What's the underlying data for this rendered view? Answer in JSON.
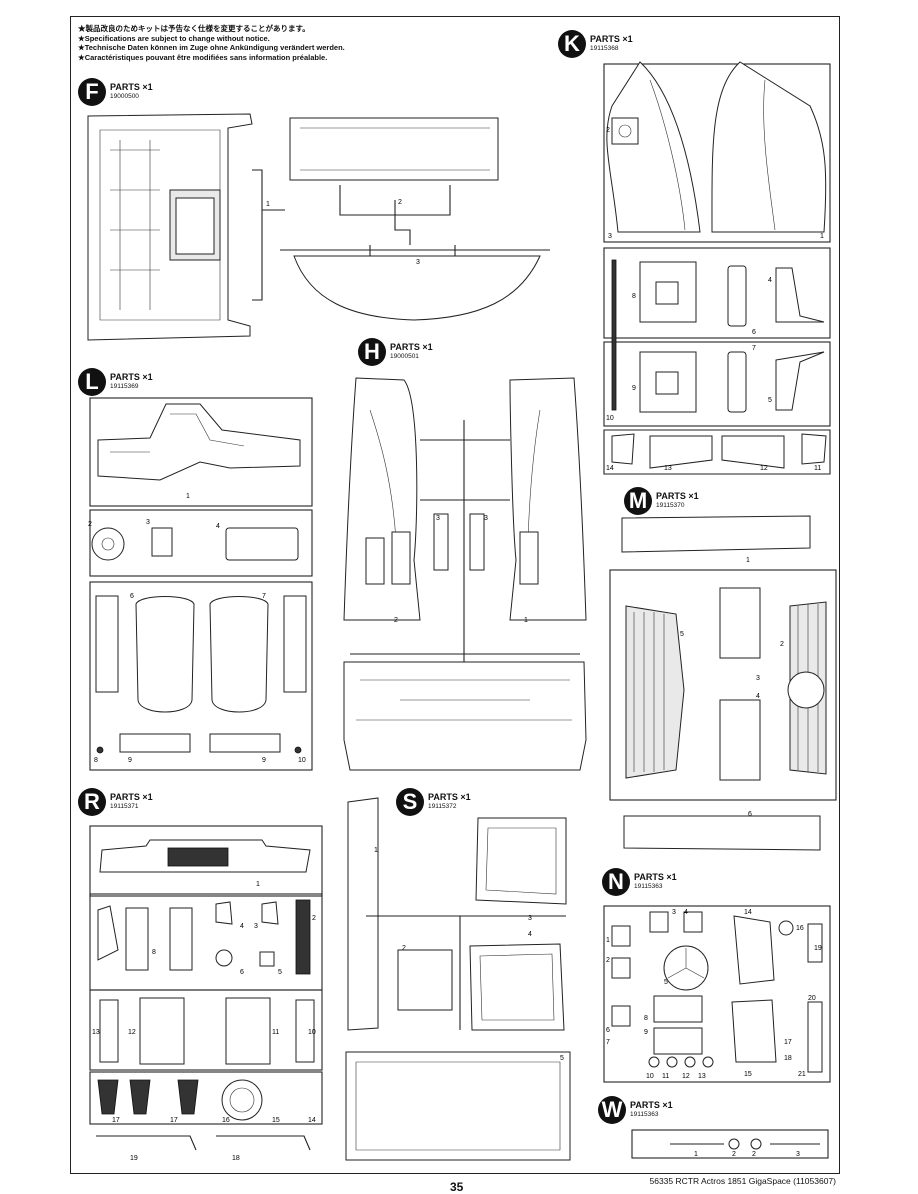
{
  "notes": [
    "★製品改良のためキットは予告なく仕様を変更することがあります。",
    "★Specifications are subject to change without notice.",
    "★Technische Daten können im Zuge ohne Ankündigung verändert werden.",
    "★Caractéristiques pouvant être modifiées sans information préalable."
  ],
  "parts": {
    "F": {
      "letter": "F",
      "title": "PARTS ×1",
      "number": "19000500"
    },
    "K": {
      "letter": "K",
      "title": "PARTS ×1",
      "number": "19115368"
    },
    "H": {
      "letter": "H",
      "title": "PARTS ×1",
      "number": "19000501"
    },
    "L": {
      "letter": "L",
      "title": "PARTS ×1",
      "number": "19115369"
    },
    "M": {
      "letter": "M",
      "title": "PARTS ×1",
      "number": "19115370"
    },
    "R": {
      "letter": "R",
      "title": "PARTS ×1",
      "number": "19115371"
    },
    "S": {
      "letter": "S",
      "title": "PARTS ×1",
      "number": "19115372"
    },
    "N": {
      "letter": "N",
      "title": "PARTS ×1",
      "number": "19115363"
    },
    "W": {
      "letter": "W",
      "title": "PARTS ×1",
      "number": "19115363"
    }
  },
  "footer": "56335 RCTR Actros 1851 GigaSpace (11053607)",
  "page_number": "35"
}
